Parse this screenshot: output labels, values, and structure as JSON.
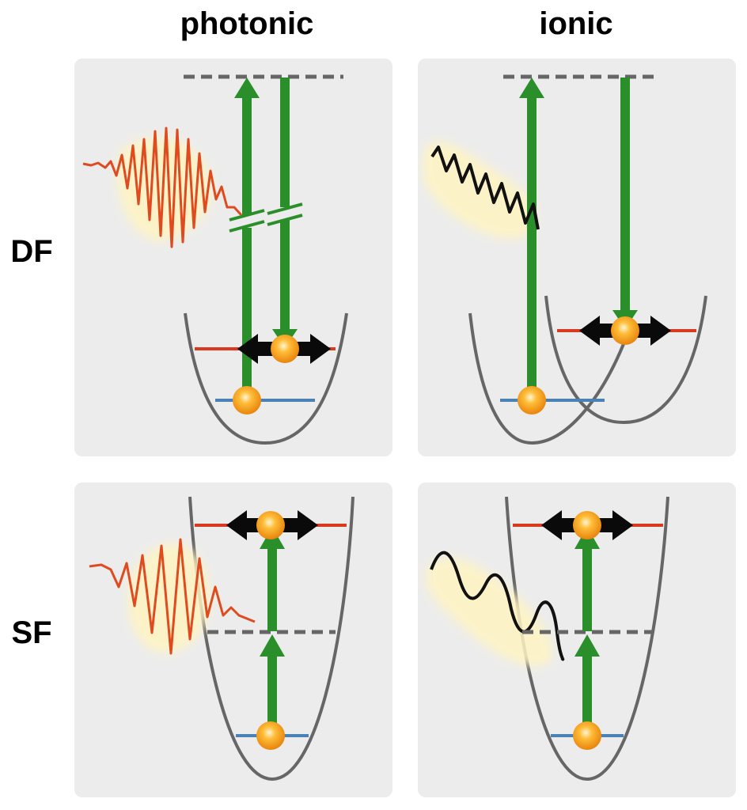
{
  "columns": {
    "photonic": "photonic",
    "ionic": "ionic"
  },
  "rows": {
    "df": "DF",
    "sf": "SF"
  },
  "colors": {
    "panel_bg": "#ececec",
    "arrow_green": "#2a8f2a",
    "pulse_red": "#e04a1f",
    "level_red": "#d9391f",
    "level_blue": "#4a82b8",
    "potential_gray": "#6a6a6a",
    "dashed_gray": "#666666",
    "ball_orange": "#f7a11a",
    "double_arrow": "#0a0a0a"
  },
  "icons": {
    "excitation_arrow": "green-up-arrow",
    "deexcitation_arrow": "green-down-arrow",
    "vibration": "black-double-arrow",
    "particle": "orange-ball",
    "light_pulse": "red-wave-pulse",
    "ir_field": "black-sine-wave"
  }
}
